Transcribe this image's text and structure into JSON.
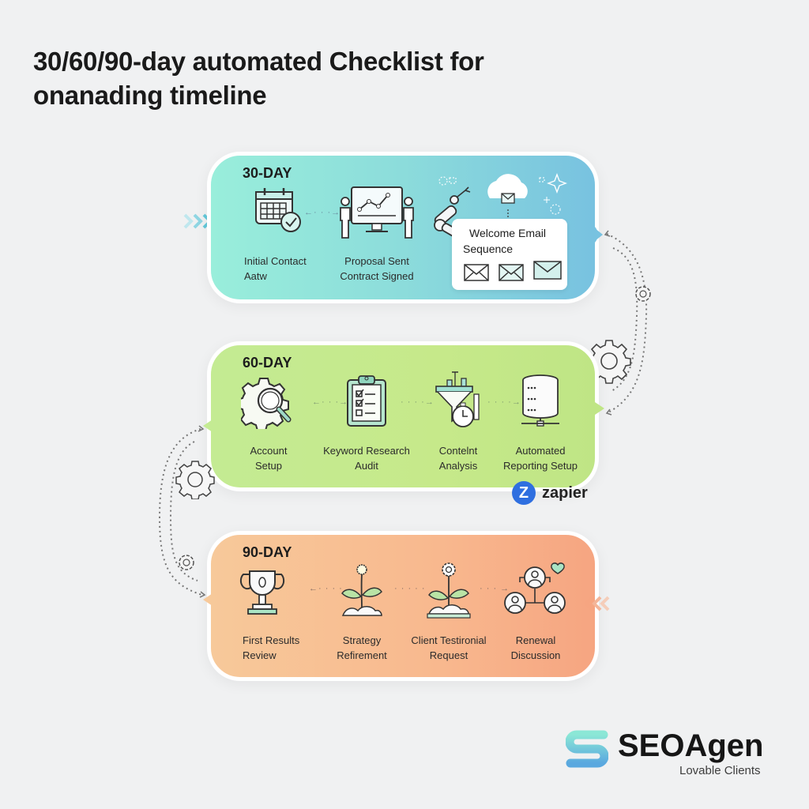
{
  "title": "30/60/90-day automated Checklist for onanading timeline",
  "colors": {
    "stage_30_start": "#99eedb",
    "stage_30_end": "#78c2e0",
    "stage_60": "#c4eb93",
    "stage_90_start": "#f7c99a",
    "stage_90_end": "#f6a581",
    "zapier_blue": "#2f6fe0"
  },
  "stages": [
    {
      "label": "30-DAY",
      "steps": [
        {
          "icon": "calendar-check-icon",
          "label": "Initial Contact Aatw"
        },
        {
          "icon": "presentation-chart-icon",
          "label": "Proposal Sent Contract Signed"
        },
        {
          "icon": "robot-arm-email-icon",
          "label": "Welcome Email Sequence"
        }
      ]
    },
    {
      "label": "60-DAY",
      "steps": [
        {
          "icon": "gear-magnifier-icon",
          "label": "Account Setup"
        },
        {
          "icon": "clipboard-checklist-icon",
          "label": "Keyword Research Audit"
        },
        {
          "icon": "funnel-clock-icon",
          "label": "Contelnt Analysis"
        },
        {
          "icon": "database-server-icon",
          "label": "Automated Reporting Setup"
        }
      ]
    },
    {
      "label": "90-DAY",
      "steps": [
        {
          "icon": "trophy-icon",
          "label": "First Results Review"
        },
        {
          "icon": "sprout-icon",
          "label": "Strategy Refirement"
        },
        {
          "icon": "flower-sprout-icon",
          "label": "Client Testironial Request"
        },
        {
          "icon": "people-network-heart-icon",
          "label": "Renewal Discussion"
        }
      ]
    }
  ],
  "stage1": {
    "label": "30-DAY",
    "s1a": "Initial Contact",
    "s1b": "Aatw",
    "s2a": "Proposal Sent",
    "s2b": "Contract Signed",
    "email_l1": "Welcome Email",
    "email_l2": "Sequence"
  },
  "stage2": {
    "label": "60-DAY",
    "s1a": "Account",
    "s1b": "Setup",
    "s2a": "Keyword Research",
    "s2b": "Audit",
    "s3a": "Contelnt",
    "s3b": "Analysis",
    "s4a": "Automated",
    "s4b": "Reporting Setup"
  },
  "stage3": {
    "label": "90-DAY",
    "s1a": "First Results",
    "s1b": "Review",
    "s2a": "Strategy",
    "s2b": "Refirement",
    "s3a": "Client Testironial",
    "s3b": "Request",
    "s4a": "Renewal",
    "s4b": "Discussion"
  },
  "integration": {
    "name": "zapier",
    "logo_letter": "Z"
  },
  "brand": {
    "name": "SEOAgen",
    "tagline": "Lovable Clients"
  }
}
